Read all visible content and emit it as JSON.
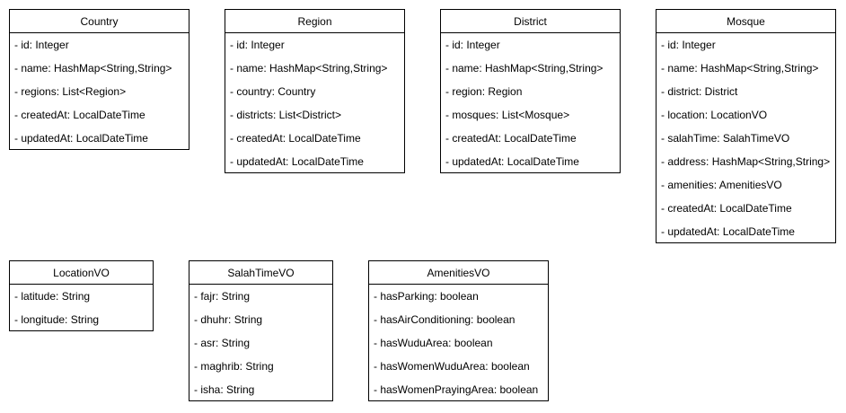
{
  "classes": [
    {
      "id": "country",
      "name": "Country",
      "attributes": [
        "- id: Integer",
        "- name: HashMap<String,String>",
        "- regions: List<Region>",
        "- createdAt: LocalDateTime",
        "- updatedAt: LocalDateTime"
      ]
    },
    {
      "id": "region",
      "name": "Region",
      "attributes": [
        "- id: Integer",
        "- name: HashMap<String,String>",
        "- country: Country",
        "- districts: List<District>",
        "- createdAt: LocalDateTime",
        "- updatedAt: LocalDateTime"
      ]
    },
    {
      "id": "district",
      "name": "District",
      "attributes": [
        "- id: Integer",
        "- name: HashMap<String,String>",
        "- region: Region",
        "- mosques: List<Mosque>",
        "- createdAt: LocalDateTime",
        "- updatedAt: LocalDateTime"
      ]
    },
    {
      "id": "mosque",
      "name": "Mosque",
      "attributes": [
        "- id: Integer",
        "- name: HashMap<String,String>",
        "- district: District",
        "- location: LocationVO",
        "- salahTime: SalahTimeVO",
        "- address: HashMap<String,String>",
        "- amenities: AmenitiesVO",
        "- createdAt: LocalDateTime",
        "- updatedAt: LocalDateTime"
      ]
    },
    {
      "id": "locationvo",
      "name": "LocationVO",
      "attributes": [
        "- latitude: String",
        "- longitude: String"
      ]
    },
    {
      "id": "salahtimevo",
      "name": "SalahTimeVO",
      "attributes": [
        "- fajr: String",
        "- dhuhr: String",
        "- asr: String",
        "- maghrib: String",
        "- isha: String"
      ]
    },
    {
      "id": "amenitiesvo",
      "name": "AmenitiesVO",
      "attributes": [
        "- hasParking: boolean",
        "- hasAirConditioning: boolean",
        "- hasWuduArea: boolean",
        "- hasWomenWuduArea: boolean",
        "- hasWomenPrayingArea: boolean"
      ]
    }
  ]
}
